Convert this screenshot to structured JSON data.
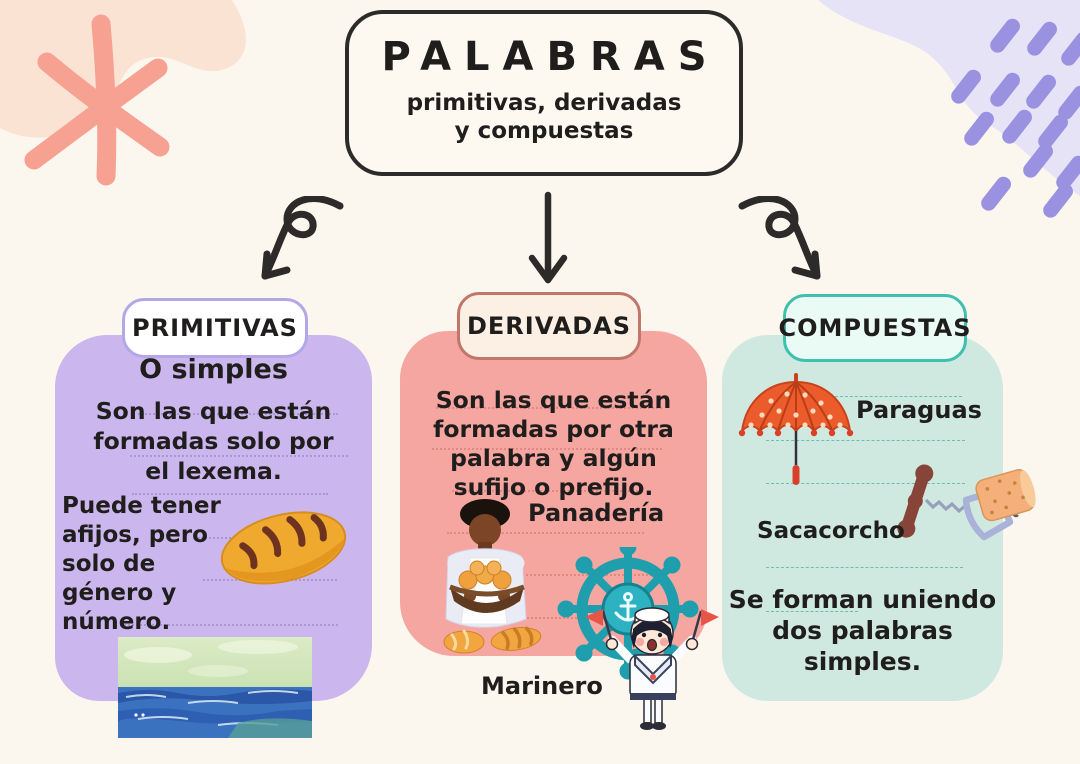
{
  "page": {
    "background": "#fcf7ee",
    "type": "mind-map-infographic",
    "language": "es"
  },
  "title_box": {
    "title": "PALABRAS",
    "subtitle_lines": [
      "primitivas, derivadas",
      "y compuestas"
    ]
  },
  "arrows": [
    "curly-arrow-left",
    "straight-arrow-down",
    "curly-arrow-right"
  ],
  "columns": [
    {
      "name": "primitivas",
      "header": "PRIMITIVAS",
      "subheader": "O simples",
      "definition_lines": [
        "Son las que están",
        "formadas solo por",
        "el lexema."
      ],
      "note_lines": [
        "Puede tener",
        "afijos, pero",
        "solo de",
        "género y",
        "número."
      ],
      "illustrations": [
        "bread-illustration",
        "sea-illustration"
      ],
      "colors": {
        "panel": "#cbb7ee",
        "pill_bg": "#ffffff",
        "pill_border": "#b3a7e7"
      }
    },
    {
      "name": "derivadas",
      "header": "DERIVADAS",
      "definition_lines": [
        "Son las que están",
        "formadas por otra",
        "palabra y algún",
        "sufijo o prefijo."
      ],
      "examples": [
        {
          "label": "Panadería",
          "illustration": "baker-illustration"
        },
        {
          "label": "Marinero",
          "illustration": "sailor-wheel-illustration"
        }
      ],
      "colors": {
        "panel": "#f5a6a0",
        "pill_bg": "#fcf0e4",
        "pill_border": "#c0766b"
      }
    },
    {
      "name": "compuestas",
      "header": "COMPUESTAS",
      "examples": [
        {
          "label": "Paraguas",
          "illustration": "umbrella-illustration"
        },
        {
          "label": "Sacacorcho",
          "illustration": "corkscrew-illustration"
        }
      ],
      "description_lines": [
        "Se forman uniendo",
        "dos palabras",
        "simples."
      ],
      "colors": {
        "panel": "#cfe9e1",
        "pill_bg": "#eafaf5",
        "pill_border": "#3fbfae"
      }
    }
  ],
  "decorations": {
    "items": [
      "peach-blob",
      "pink-asterisk",
      "lavender-blob",
      "purple-dashes"
    ],
    "colors": {
      "peach": "#fbe3d3",
      "pink": "#f6a191",
      "lavender": "#e7e3f6",
      "purple": "#9a92e0",
      "arrow_ink": "#2d2a2a"
    }
  }
}
